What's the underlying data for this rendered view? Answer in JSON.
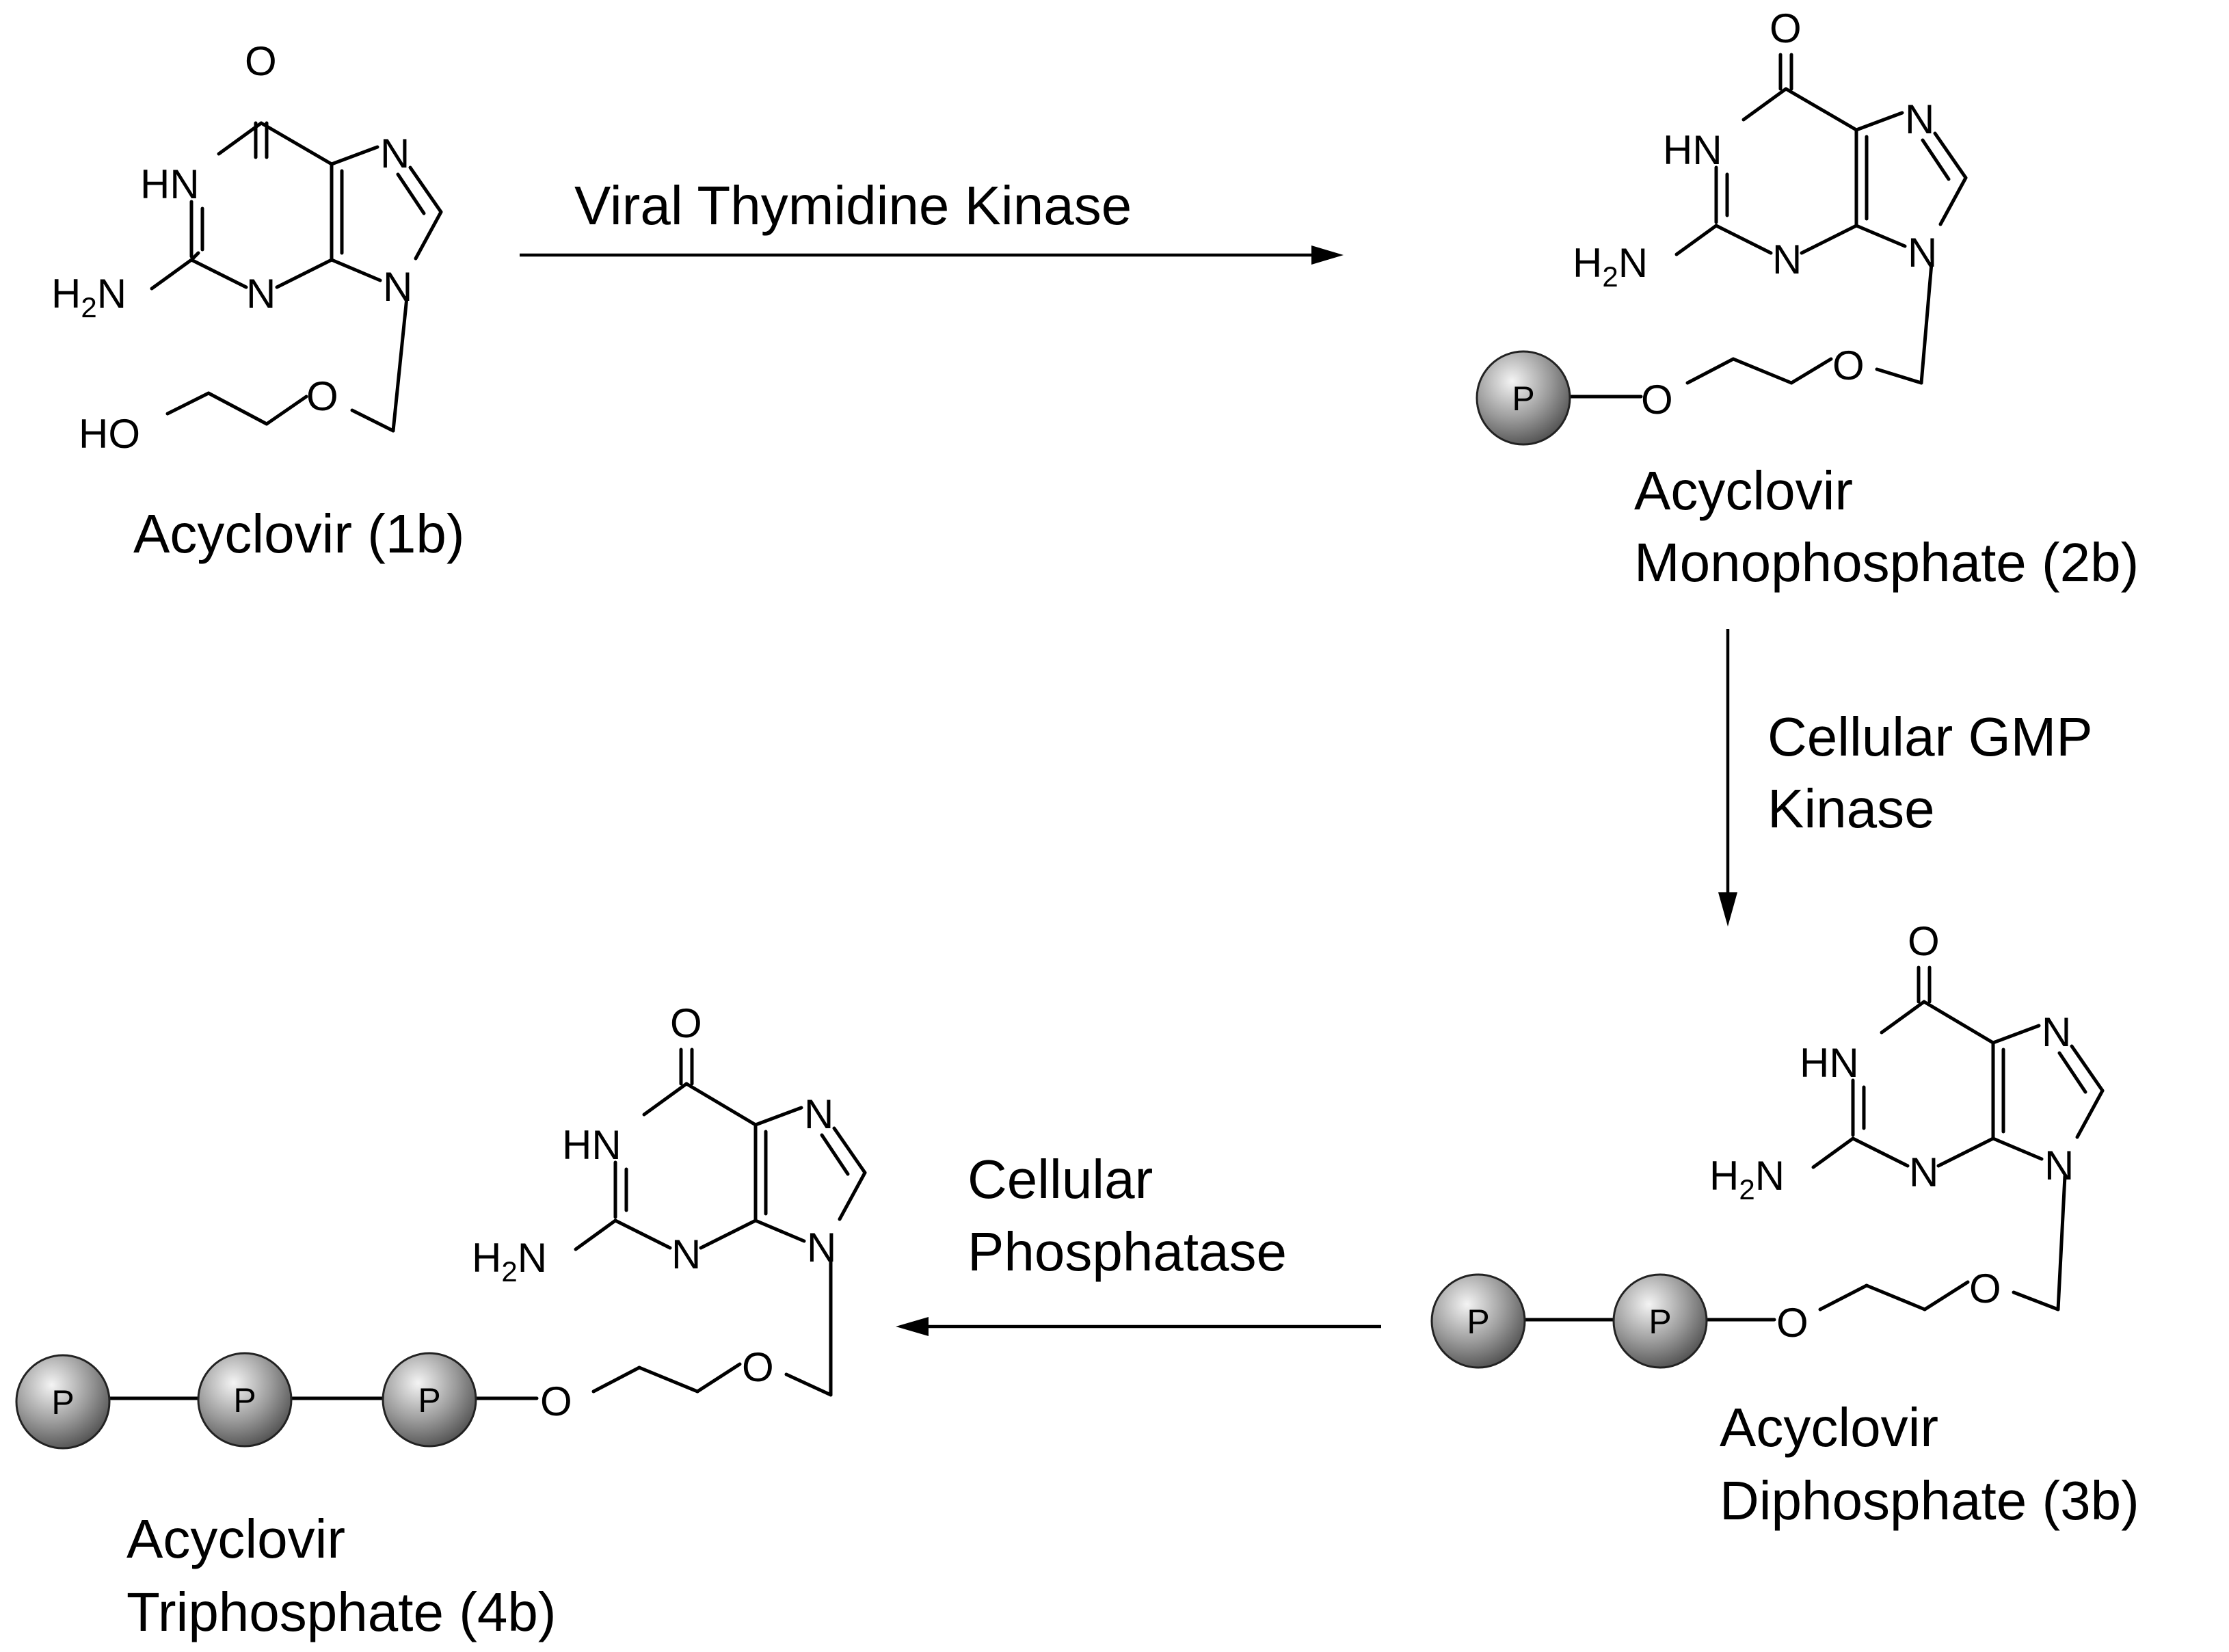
{
  "atoms": {
    "oxygen": "O",
    "nitrogen": "N",
    "nh": "HN",
    "ho": "HO",
    "amine": "H",
    "amine_sub": "2",
    "amine_n": "N",
    "phosphate": "P"
  },
  "molecules": {
    "acyclovir": {
      "label": "Acyclovir (1b)"
    },
    "monophosphate": {
      "label_line1": "Acyclovir",
      "label_line2": "Monophosphate (2b)"
    },
    "diphosphate": {
      "label_line1": "Acyclovir",
      "label_line2": "Diphosphate (3b)"
    },
    "triphosphate": {
      "label_line1": "Acyclovir",
      "label_line2": "Triphosphate (4b)"
    }
  },
  "arrows": {
    "step1": {
      "label": "Viral Thymidine Kinase"
    },
    "step2": {
      "label_line1": "Cellular GMP",
      "label_line2": "Kinase"
    },
    "step3": {
      "label_line1": "Cellular",
      "label_line2": "Phosphatase"
    }
  },
  "colors": {
    "ink": "#000000",
    "sphere_light": "#f2f2f2",
    "sphere_dark": "#555555"
  }
}
